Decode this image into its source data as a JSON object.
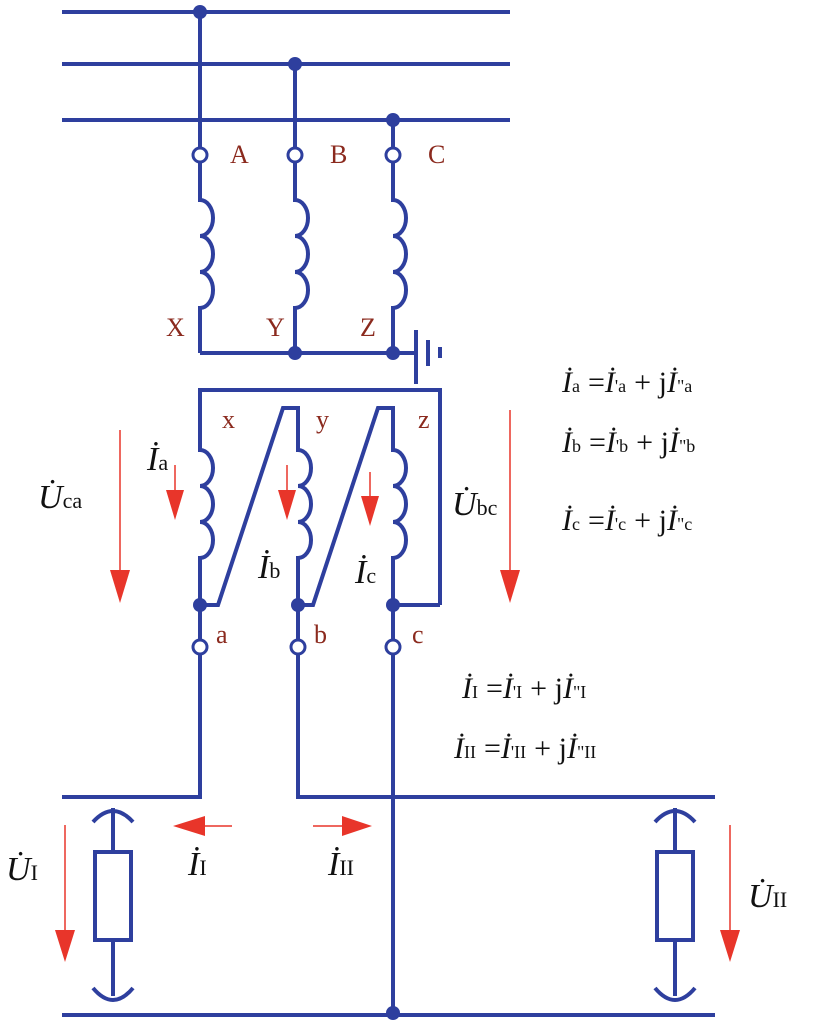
{
  "primary_terminals": {
    "A": "A",
    "B": "B",
    "C": "C",
    "X": "X",
    "Y": "Y",
    "Z": "Z"
  },
  "secondary_terminals": {
    "x": "x",
    "y": "y",
    "z": "z",
    "a": "a",
    "b": "b",
    "c": "c"
  },
  "symbols": {
    "I": "İ",
    "U": "U̇",
    "Ia_sub": "a",
    "Ib_sub": "b",
    "Ic_sub": "c",
    "Uca_sub": "ca",
    "Ubc_sub": "bc",
    "I1_sub": "I",
    "I2_sub": "II",
    "U1_sub": "I",
    "U2_sub": "II"
  },
  "equations": [
    {
      "sub": "a",
      "eq": "=",
      "prime": "'",
      "plus": "+ j",
      "dprime": "\""
    },
    {
      "sub": "b",
      "eq": "=",
      "prime": "'",
      "plus": "+ j",
      "dprime": "\""
    },
    {
      "sub": "c",
      "eq": "=",
      "prime": "'",
      "plus": "+ j",
      "dprime": "\""
    },
    {
      "sub": "I",
      "eq": "=",
      "prime": "'",
      "plus": "+ j",
      "dprime": "\""
    },
    {
      "sub": "II",
      "eq": "=",
      "prime": "'",
      "plus": "+ j",
      "dprime": "\""
    }
  ],
  "colors": {
    "wire": "#2e3f9e",
    "arrow": "#e8352a",
    "label": "#8b2a1e"
  }
}
